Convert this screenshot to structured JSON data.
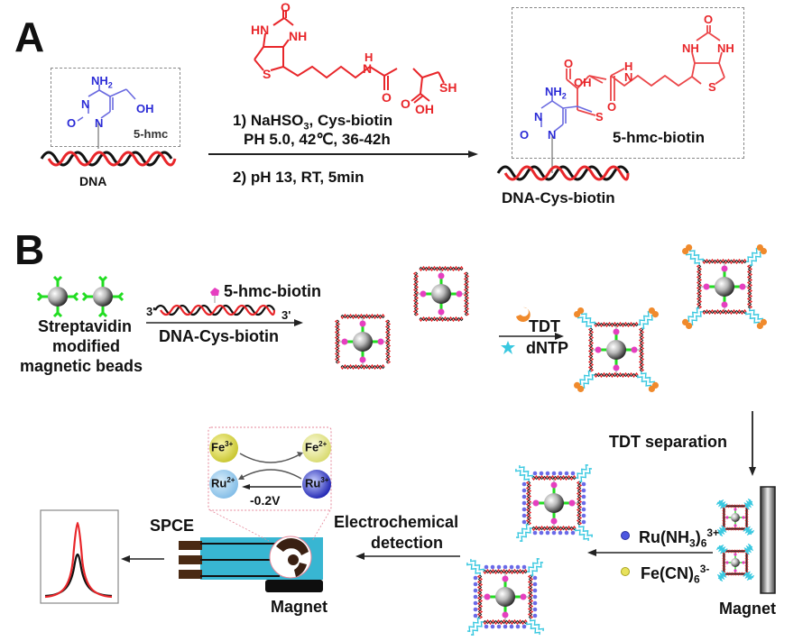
{
  "panels": {
    "a": {
      "label": "A",
      "reactant": {
        "base_name": "5-hmc",
        "strand_label": "DNA",
        "atoms": {
          "nh2": "NH",
          "nh2_sub": "2",
          "n3": "N",
          "o": "O",
          "n1": "N",
          "oh": "OH"
        }
      },
      "reagent": {
        "name": "Cys-biotin",
        "atoms": {
          "o": "O",
          "hn": "HN",
          "nh": "NH",
          "s": "S",
          "h": "H",
          "n": "N",
          "o_amide": "O",
          "sh": "SH",
          "o_acid": "O",
          "oh": "OH"
        },
        "step1_line1_prefix": "1) NaHSO",
        "step1_line1_sub": "3",
        "step1_line1_suffix": ", Cys-biotin",
        "step1_line2": "PH 5.0, 42℃, 36-42h",
        "step2": "2) pH 13, RT, 5min"
      },
      "product": {
        "box_label": "5-hmc-biotin",
        "strand_label": "DNA-Cys-biotin",
        "atoms": {
          "o": "O",
          "nh_left": "NH",
          "nh_right": "NH",
          "o_acid": "O",
          "oh": "OH",
          "h": "H",
          "n": "N",
          "s_ring": "S",
          "nh2": "NH",
          "nh2_sub": "2",
          "n3": "N",
          "s_link": "S",
          "o_amide": "O",
          "o_base": "O",
          "n1": "N"
        }
      }
    },
    "b": {
      "label": "B",
      "beads_label": [
        "Streptavidin",
        "modified",
        "magnetic beads"
      ],
      "capture_step": {
        "top_label": "5-hmc-biotin",
        "end_left": "3'",
        "end_right": "3'",
        "bottom_label": "DNA-Cys-biotin"
      },
      "extension_step": {
        "enzyme": "TDT",
        "substrate": "dNTP"
      },
      "separation_step": {
        "label": "TDT separation",
        "magnet_label": "Magnet"
      },
      "probe_step": {
        "ru": {
          "prefix": "Ru(NH",
          "sub1": "3",
          "mid": ")",
          "sub2": "6",
          "sup": "3+"
        },
        "fe": {
          "prefix": "Fe(CN)",
          "sub": "6",
          "sup": "3-"
        }
      },
      "detection_step": {
        "line1": "Electrochemical",
        "line2": "detection",
        "magnet_label": "Magnet",
        "electrode_label": "SPCE"
      },
      "redox_cycle": {
        "fe3": {
          "el": "Fe",
          "charge": "3+"
        },
        "fe2": {
          "el": "Fe",
          "charge": "2+"
        },
        "ru2": {
          "el": "Ru",
          "charge": "2+"
        },
        "ru3": {
          "el": "Ru",
          "charge": "3+"
        },
        "potential": "-0.2V"
      }
    }
  },
  "colors": {
    "biotin_red": "#e8262a",
    "base_blue": "#2b2bd6",
    "streptavidin_green": "#22dd22",
    "biotin_magenta": "#e63fc0",
    "tdt_orange": "#f08a2c",
    "dntp_cyan": "#39c8e0",
    "spce_cyan": "#38b6d2",
    "electrode_brown": "#4a2a14"
  }
}
